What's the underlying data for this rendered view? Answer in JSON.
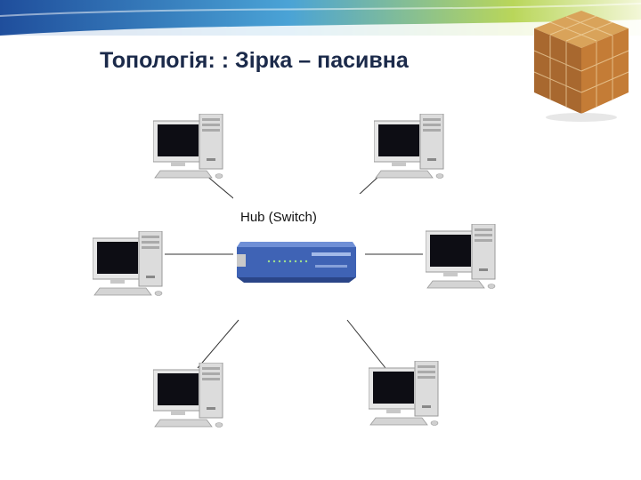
{
  "slide": {
    "title": "Топологія: : Зірка – пасивна"
  },
  "diagram": {
    "hub_label": "Hub (Switch)",
    "topology": "star",
    "nodes": [
      "computer",
      "computer",
      "computer",
      "computer",
      "computer",
      "computer"
    ],
    "center": "hub",
    "colors": {
      "banner_start": "#1f4e9c",
      "banner_mid": "#4aa3d6",
      "banner_end": "#b9d65a",
      "hub_body": "#3f63b5",
      "title": "#1b2a4a"
    }
  }
}
